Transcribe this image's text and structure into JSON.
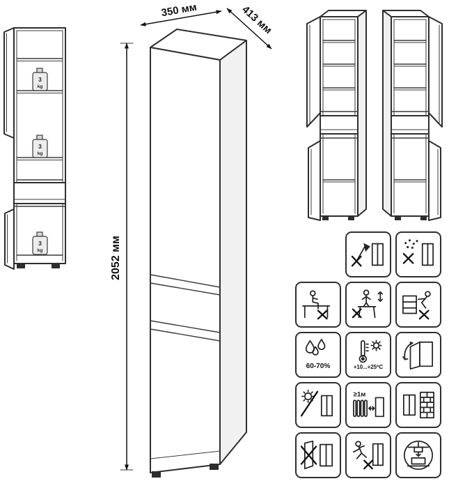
{
  "dimensions": {
    "width": "350 мм",
    "depth": "413 мм",
    "height": "2052 мм"
  },
  "shelf_load": {
    "value": "3",
    "unit": "kg"
  },
  "icon_labels": {
    "humidity": "60-70%",
    "temperature": "+10...+25⁰С",
    "heater_distance": "≥1м"
  },
  "care_icons": [
    "no-impact-icon",
    "no-abrasive-icon",
    "no-sitting-icon",
    "no-standing-icon",
    "no-dragging-icon",
    "humidity-icon",
    "temperature-icon",
    "door-swing-icon",
    "no-sunlight-icon",
    "heater-distance-icon",
    "wall-clearance-icon",
    "no-pull-doors-icon",
    "no-children-climbing-icon",
    "press-load-icon"
  ]
}
